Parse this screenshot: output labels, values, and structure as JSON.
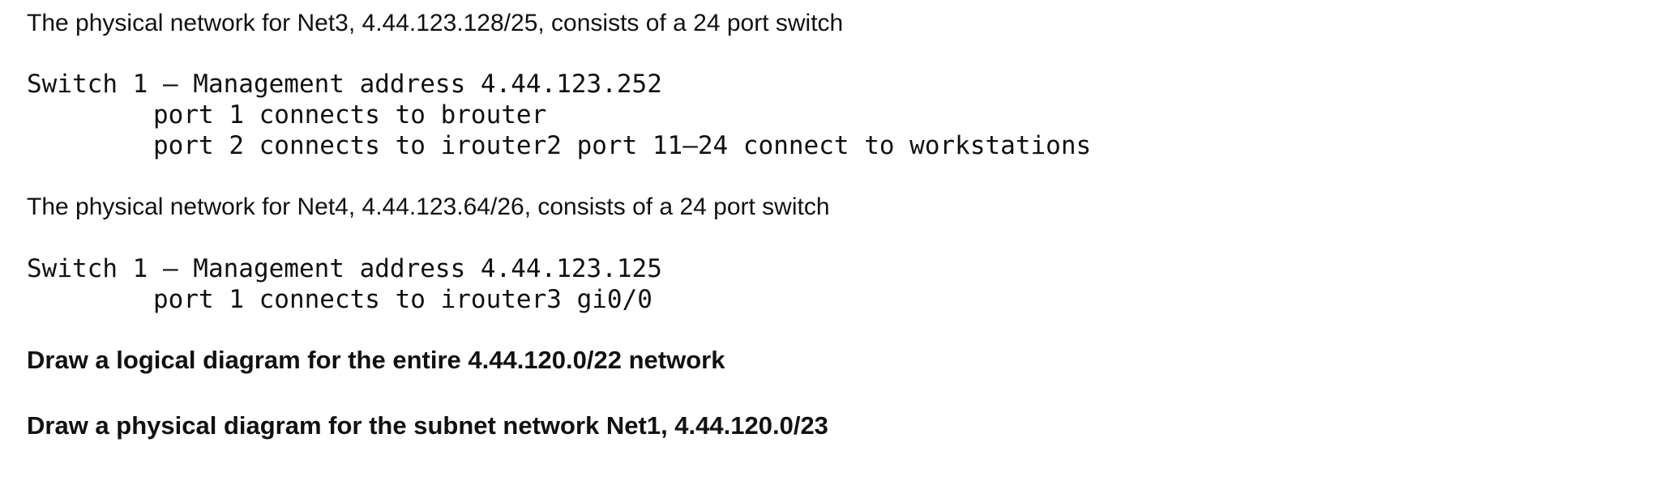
{
  "net3": {
    "intro": "The physical network for Net3, 4.44.123.128/25, consists of a 24 port switch",
    "switch_line": "Switch 1 – Management address 4.44.123.252",
    "ports": [
      "port 1 connects to brouter",
      "port 2 connects to irouter2 port 11–24 connect to workstations"
    ]
  },
  "net4": {
    "intro": "The physical network for Net4, 4.44.123.64/26, consists of a 24 port switch",
    "switch_line": "Switch 1 – Management address 4.44.123.125",
    "ports": [
      "port 1 connects to irouter3 gi0/0"
    ]
  },
  "tasks": {
    "logical": "Draw a logical diagram for the entire 4.44.120.0/22 network",
    "physical": "Draw a physical diagram for the subnet network Net1, 4.44.120.0/23"
  }
}
